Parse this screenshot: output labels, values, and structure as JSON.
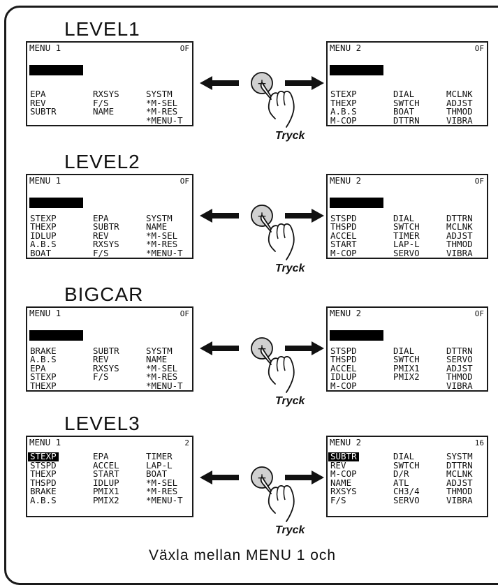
{
  "sections": [
    {
      "title": "LEVEL1",
      "menu1": {
        "title": "MENU 1",
        "status": "OF",
        "has_bar": true,
        "cols": [
          [
            "EPA",
            "REV",
            "SUBTR"
          ],
          [
            "RXSYS",
            "F/S",
            "NAME"
          ],
          [
            "SYSTM",
            "*M-SEL",
            "*M-RES",
            "*MENU-T"
          ]
        ],
        "highlight": ""
      },
      "menu2": {
        "title": "MENU 2",
        "status": "OF",
        "has_bar": true,
        "cols": [
          [
            "STEXP",
            "THEXP",
            "A.B.S",
            "M-COP"
          ],
          [
            "DIAL",
            "SWTCH",
            "BOAT",
            "DTTRN"
          ],
          [
            "MCLNK",
            "ADJST",
            "THMOD",
            "VIBRA"
          ]
        ],
        "highlight": ""
      },
      "button_label": "Tryck"
    },
    {
      "title": "LEVEL2",
      "menu1": {
        "title": "MENU 1",
        "status": "OF",
        "has_bar": true,
        "cols": [
          [
            "STEXP",
            "THEXP",
            "IDLUP",
            "A.B.S",
            "BOAT"
          ],
          [
            "EPA",
            "SUBTR",
            "REV",
            "RXSYS",
            "F/S"
          ],
          [
            "SYSTM",
            "NAME",
            "*M-SEL",
            "*M-RES",
            "*MENU-T"
          ]
        ],
        "highlight": ""
      },
      "menu2": {
        "title": "MENU 2",
        "status": "OF",
        "has_bar": true,
        "cols": [
          [
            "STSPD",
            "THSPD",
            "ACCEL",
            "START",
            "M-COP"
          ],
          [
            "DIAL",
            "SWTCH",
            "TIMER",
            "LAP-L",
            "SERVO"
          ],
          [
            "DTTRN",
            "MCLNK",
            "ADJST",
            "THMOD",
            "VIBRA"
          ]
        ],
        "highlight": ""
      },
      "button_label": "Tryck"
    },
    {
      "title": "BIGCAR",
      "menu1": {
        "title": "MENU 1",
        "status": "OF",
        "has_bar": true,
        "cols": [
          [
            "BRAKE",
            "A.B.S",
            "EPA",
            "STEXP",
            "THEXP"
          ],
          [
            "SUBTR",
            "REV",
            "RXSYS",
            "F/S",
            ""
          ],
          [
            "SYSTM",
            "NAME",
            "*M-SEL",
            "*M-RES",
            "*MENU-T"
          ]
        ],
        "highlight": ""
      },
      "menu2": {
        "title": "MENU 2",
        "status": "OF",
        "has_bar": true,
        "cols": [
          [
            "STSPD",
            "THSPD",
            "ACCEL",
            "IDLUP",
            "M-COP"
          ],
          [
            "DIAL",
            "SWTCH",
            "PMIX1",
            "PMIX2",
            ""
          ],
          [
            "DTTRN",
            "SERVO",
            "ADJST",
            "THMOD",
            "VIBRA"
          ]
        ],
        "highlight": ""
      },
      "button_label": "Tryck"
    },
    {
      "title": "LEVEL3",
      "menu1": {
        "title": "MENU 1",
        "status": "2",
        "has_bar": false,
        "cols": [
          [
            "STEXP",
            "STSPD",
            "THEXP",
            "THSPD",
            "BRAKE",
            "A.B.S"
          ],
          [
            "EPA",
            "ACCEL",
            "START",
            "IDLUP",
            "PMIX1",
            "PMIX2"
          ],
          [
            "TIMER",
            "LAP-L",
            "BOAT",
            "*M-SEL",
            "*M-RES",
            "*MENU-T"
          ]
        ],
        "highlight": "STEXP"
      },
      "menu2": {
        "title": "MENU 2",
        "status": "16",
        "has_bar": false,
        "cols": [
          [
            "SUBTR",
            "REV",
            "M-COP",
            "NAME",
            "RXSYS",
            "F/S"
          ],
          [
            "DIAL",
            "SWTCH",
            "D/R",
            "ATL",
            "CH3/4",
            "SERVO"
          ],
          [
            "SYSTM",
            "DTTRN",
            "MCLNK",
            "ADJST",
            "THMOD",
            "VIBRA"
          ]
        ],
        "highlight": "SUBTR"
      },
      "button_label": "Tryck"
    }
  ],
  "footer_text": "Växla mellan MENU 1 och"
}
